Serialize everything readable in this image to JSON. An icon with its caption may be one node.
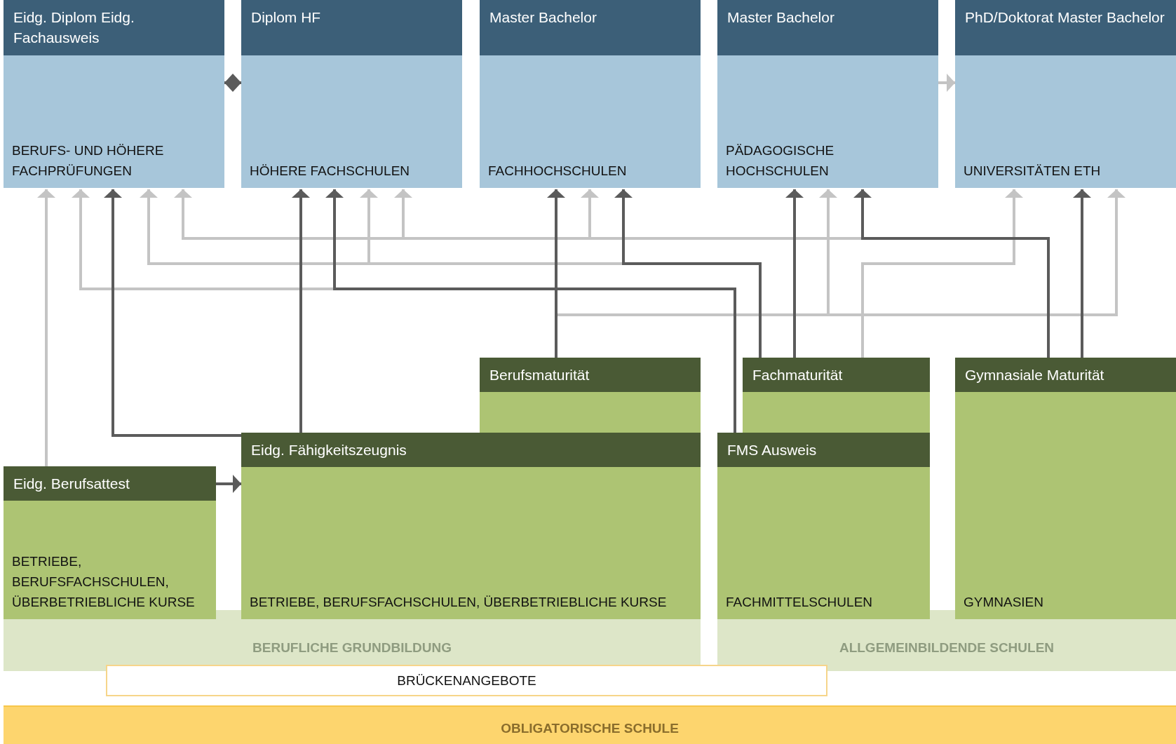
{
  "diagram": {
    "nodes": [
      {
        "text": [
          "Eidg. Diplom Eidg. Fachausweis",
          "BERUFS- UND HÖHERE FACHPRÜFUNGEN"
        ]
      },
      {
        "text": [
          "Diplom HF",
          "HÖHERE FACHSCHULEN"
        ]
      },
      {
        "text": [
          "Master Bachelor",
          "FACHHOCHSCHULEN"
        ]
      },
      {
        "text": [
          "Master Bachelor",
          "PÄDAGOGISCHE HOCHSCHULEN"
        ]
      },
      {
        "text": [
          "PhD/Doktorat Master Bachelor",
          "UNIVERSITÄTEN ETH"
        ]
      },
      {
        "text": [
          "BERUFLICHE GRUNDBILDUNG"
        ]
      },
      {
        "text": [
          "Berufsmaturität"
        ],
        "in": 5
      },
      {
        "text": [
          "Eidg. Fähigkeitszeugnis",
          "BETRIEBE, BERUFSFACHSCHULEN, ÜBERBETRIEBLICHE KURSE"
        ],
        "in": 5
      },
      {
        "text": [
          "Eidg. Berufsattest",
          "BETRIEBE, BERUFSFACHSCHULEN, ÜBERBETRIEBLICHE KURSE"
        ],
        "in": 5
      },
      {
        "text": [
          "ALLGEMEINBILDENDE SCHULEN"
        ]
      },
      {
        "text": [
          "Fachmaturität"
        ],
        "in": 9
      },
      {
        "text": [
          "FMS Ausweis",
          "FACHMITTELSCHULEN"
        ],
        "in": 9
      },
      {
        "text": [
          "Gymnasiale Maturität",
          "GYMNASIEN"
        ],
        "in": 9
      },
      {
        "text": [
          "BRÜCKENANGEBOTE"
        ]
      },
      {
        "text": [
          "OBLIGATORISCHE SCHULE"
        ]
      }
    ],
    "edges": [
      {
        "from": 0,
        "to": 1,
        "arrow": "both",
        "color": "#5b5b5b"
      },
      {
        "from": 3,
        "to": 4,
        "arrow": "to"
      },
      {
        "from": 8,
        "to": 7,
        "arrow": "to",
        "color": "#5b5b5b"
      },
      {
        "from": 8,
        "to": 0,
        "arrow": "to"
      },
      {
        "from": 11,
        "to": 0,
        "arrow": "to"
      },
      {
        "from": 7,
        "to": 0,
        "arrow": "to",
        "color": "#5b5b5b"
      },
      {
        "from": 10,
        "to": 0,
        "arrow": "to"
      },
      {
        "from": 12,
        "to": 0,
        "arrow": "to"
      },
      {
        "from": 7,
        "to": 1,
        "arrow": "to",
        "color": "#5b5b5b"
      },
      {
        "from": 11,
        "to": 1,
        "arrow": "to",
        "color": "#5b5b5b"
      },
      {
        "from": 10,
        "to": 1,
        "arrow": "to"
      },
      {
        "from": 12,
        "to": 1,
        "arrow": "to"
      },
      {
        "from": 6,
        "to": 2,
        "arrow": "to",
        "color": "#5b5b5b"
      },
      {
        "from": 12,
        "to": 2,
        "arrow": "to"
      },
      {
        "from": 10,
        "to": 2,
        "arrow": "to",
        "color": "#5b5b5b"
      },
      {
        "from": 10,
        "to": 3,
        "arrow": "to",
        "color": "#5b5b5b"
      },
      {
        "from": 6,
        "to": 3,
        "arrow": "to"
      },
      {
        "from": 12,
        "to": 3,
        "arrow": "to",
        "color": "#5b5b5b"
      },
      {
        "from": 10,
        "to": 4,
        "arrow": "to"
      },
      {
        "from": 12,
        "to": 4,
        "arrow": "to",
        "color": "#5b5b5b"
      },
      {
        "from": 6,
        "to": 4,
        "arrow": "to"
      }
    ]
  }
}
